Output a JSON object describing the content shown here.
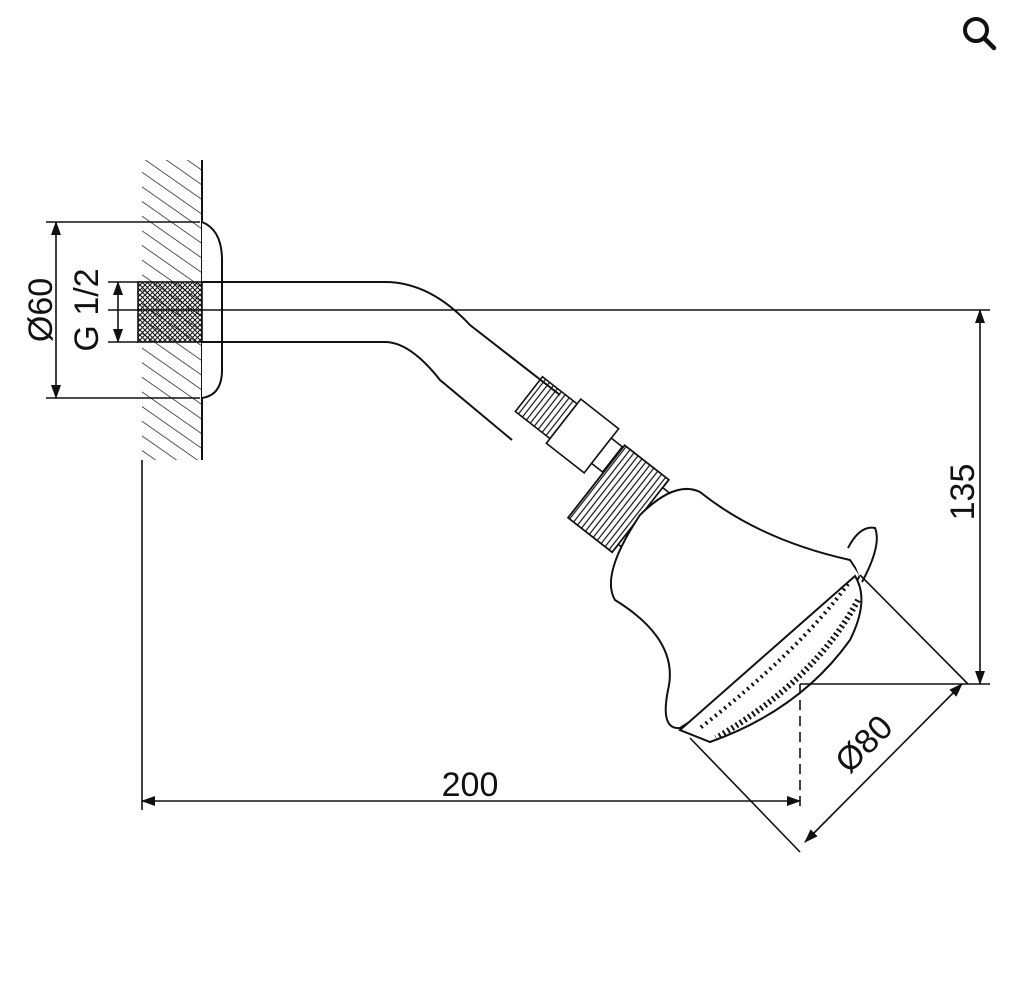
{
  "toolbar": {
    "search_icon": "search-icon"
  },
  "drawing": {
    "dimensions": {
      "wall_plate_diameter": "Ø60",
      "thread_size": "G 1/2",
      "drop_height": "135",
      "projection_length": "200",
      "head_diameter": "Ø80"
    }
  },
  "colors": {
    "line": "#111111",
    "background": "#ffffff"
  }
}
